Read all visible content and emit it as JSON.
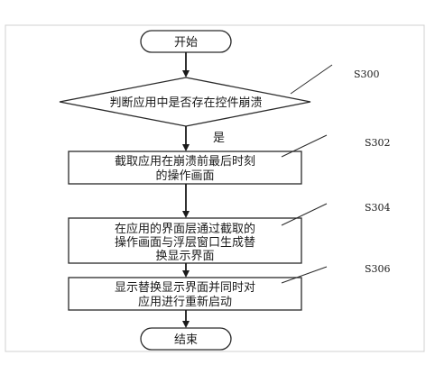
{
  "diagram": {
    "start_label": "开始",
    "end_label": "结束",
    "decision_label": "判断应用中是否存在控件崩溃",
    "yes_label": "是",
    "box_s302": [
      "截取应用在崩溃前最后时刻",
      "的操作画面"
    ],
    "box_s304": [
      "在应用的界面层通过截取的",
      "操作画面与浮层窗口生成替",
      "换显示界面"
    ],
    "box_s306": [
      "显示替换显示界面并同时对",
      "应用进行重新启动"
    ],
    "steps": {
      "s300": "S300",
      "s302": "S302",
      "s304": "S304",
      "s306": "S306"
    }
  }
}
